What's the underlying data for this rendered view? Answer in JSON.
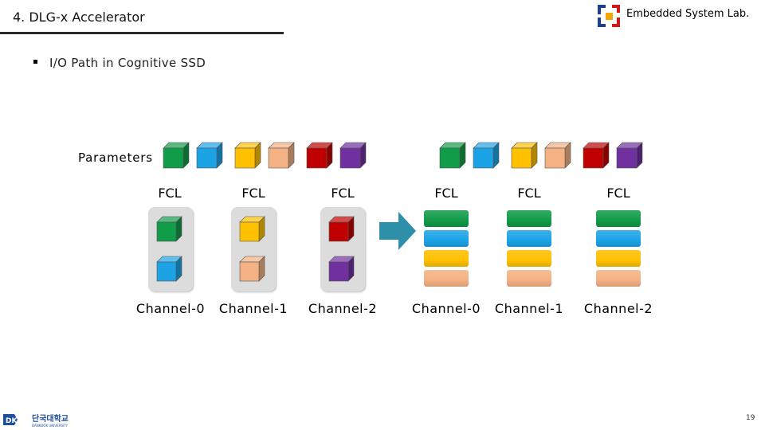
{
  "header": {
    "title": "4. DLG-x Accelerator",
    "lab_name": "Embedded System Lab."
  },
  "content": {
    "bullet": "I/O Path in Cognitive SSD",
    "parameters_label": "Parameters"
  },
  "colors": {
    "green": "#109c48",
    "blue": "#1ba3e6",
    "yellow": "#ffc000",
    "peach": "#f4b183",
    "red": "#c00000",
    "purple": "#7030a0",
    "arrow": "#2e8fa8"
  },
  "parameter_cubes_left": [
    "green",
    "blue",
    "yellow",
    "peach",
    "red",
    "purple"
  ],
  "parameter_cubes_right": [
    "green",
    "blue",
    "yellow",
    "peach",
    "red",
    "purple"
  ],
  "left_group": {
    "fcl_labels": [
      "FCL",
      "FCL",
      "FCL"
    ],
    "channels": [
      {
        "label": "Channel-0",
        "cubes": [
          "green",
          "blue"
        ]
      },
      {
        "label": "Channel-1",
        "cubes": [
          "yellow",
          "peach"
        ]
      },
      {
        "label": "Channel-2",
        "cubes": [
          "red",
          "purple"
        ]
      }
    ]
  },
  "right_group": {
    "fcl_labels": [
      "FCL",
      "FCL",
      "FCL"
    ],
    "channels": [
      {
        "label": "Channel-0",
        "bars": [
          "green",
          "blue",
          "yellow",
          "peach"
        ]
      },
      {
        "label": "Channel-1",
        "bars": [
          "green",
          "blue",
          "yellow",
          "peach"
        ]
      },
      {
        "label": "Channel-2",
        "bars": [
          "green",
          "blue",
          "yellow",
          "peach"
        ]
      }
    ]
  },
  "footer": {
    "page_number": "19",
    "university_logo": "단국대학교 DANKOOK UNIVERSITY"
  }
}
